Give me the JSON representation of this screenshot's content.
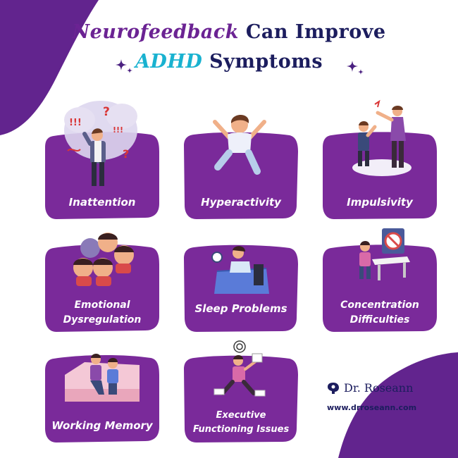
{
  "title": {
    "line1_highlight": "Neurofeedback",
    "line1_rest": " Can Improve",
    "line2_highlight": "ADHD",
    "line2_rest": " Symptoms"
  },
  "cards": [
    {
      "label": "Inattention"
    },
    {
      "label": "Hyperactivity"
    },
    {
      "label": "Impulsivity"
    },
    {
      "label_line1": "Emotional",
      "label_line2": "Dysregulation"
    },
    {
      "label": "Sleep Problems"
    },
    {
      "label_line1": "Concentration",
      "label_line2": "Difficulties"
    },
    {
      "label": "Working Memory"
    },
    {
      "label_line1": "Executive",
      "label_line2": "Functioning Issues"
    }
  ],
  "bubble_text": {
    "exclaim1": "!!!",
    "question1": "?",
    "exclaim2": "!!!",
    "question2": "?"
  },
  "brand": {
    "name": "Dr. Roseann",
    "website": "www.drroseann.com"
  },
  "colors": {
    "card": "#7a2a9a",
    "blob": "#62248e",
    "title_navy": "#1c1d5e",
    "title_purple": "#6b2393",
    "title_cyan": "#19b2d0"
  },
  "icons": [
    "sparkle-icon",
    "brain-logo-icon"
  ]
}
